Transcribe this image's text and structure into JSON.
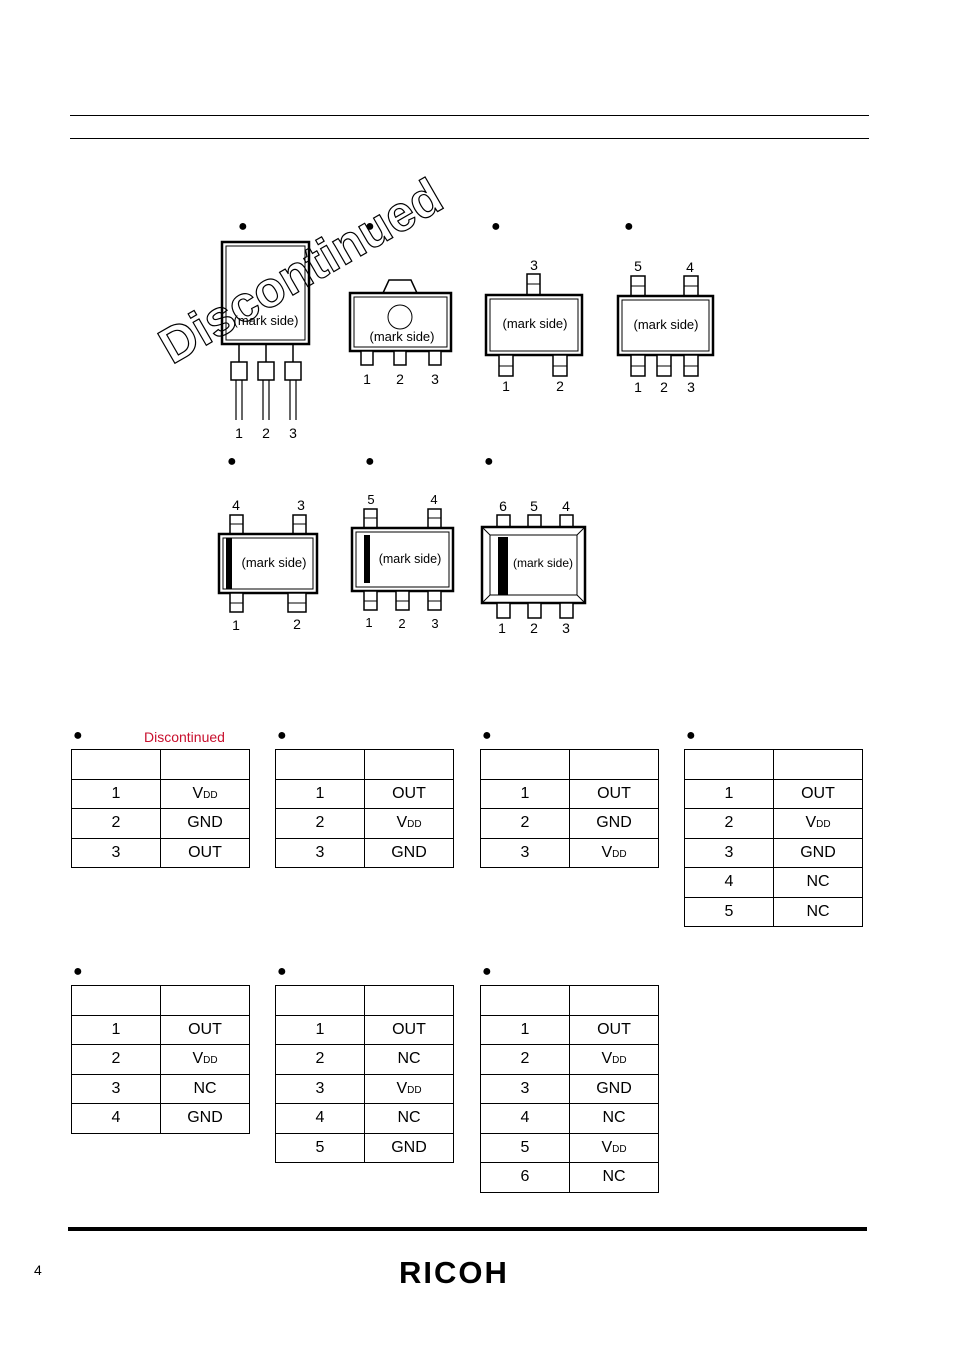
{
  "footer": {
    "page_number": "4",
    "logo": "RICOH"
  },
  "watermark": "Discontinued",
  "packages": [
    {
      "pins": [
        "1",
        "2",
        "3"
      ],
      "mark": "(mark side)"
    },
    {
      "pins": [
        "1",
        "2",
        "3"
      ],
      "mark": "(mark side)"
    },
    {
      "pins": [
        "3",
        "1",
        "2"
      ],
      "mark": "(mark side)"
    },
    {
      "pins": [
        "5",
        "4",
        "1",
        "2",
        "3"
      ],
      "mark": "(mark side)"
    },
    {
      "pins": [
        "4",
        "3",
        "1",
        "2"
      ],
      "mark": "(mark side)"
    },
    {
      "pins": [
        "5",
        "4",
        "1",
        "2",
        "3"
      ],
      "mark": "(mark side)"
    },
    {
      "pins": [
        "6",
        "5",
        "4",
        "1",
        "2",
        "3"
      ],
      "mark": "(mark side)"
    }
  ],
  "tables": [
    {
      "label": "Discontinued",
      "rows": [
        [
          "1",
          "VDD"
        ],
        [
          "2",
          "GND"
        ],
        [
          "3",
          "OUT"
        ]
      ]
    },
    {
      "label": "",
      "rows": [
        [
          "1",
          "OUT"
        ],
        [
          "2",
          "VDD"
        ],
        [
          "3",
          "GND"
        ]
      ]
    },
    {
      "label": "",
      "rows": [
        [
          "1",
          "OUT"
        ],
        [
          "2",
          "GND"
        ],
        [
          "3",
          "VDD"
        ]
      ]
    },
    {
      "label": "",
      "rows": [
        [
          "1",
          "OUT"
        ],
        [
          "2",
          "VDD"
        ],
        [
          "3",
          "GND"
        ],
        [
          "4",
          "NC"
        ],
        [
          "5",
          "NC"
        ]
      ]
    },
    {
      "label": "",
      "rows": [
        [
          "1",
          "OUT"
        ],
        [
          "2",
          "VDD"
        ],
        [
          "3",
          "NC"
        ],
        [
          "4",
          "GND"
        ]
      ]
    },
    {
      "label": "",
      "rows": [
        [
          "1",
          "OUT"
        ],
        [
          "2",
          "NC"
        ],
        [
          "3",
          "VDD"
        ],
        [
          "4",
          "NC"
        ],
        [
          "5",
          "GND"
        ]
      ]
    },
    {
      "label": "",
      "rows": [
        [
          "1",
          "OUT"
        ],
        [
          "2",
          "VDD"
        ],
        [
          "3",
          "GND"
        ],
        [
          "4",
          "NC"
        ],
        [
          "5",
          "VDD"
        ],
        [
          "6",
          "NC"
        ]
      ]
    }
  ]
}
